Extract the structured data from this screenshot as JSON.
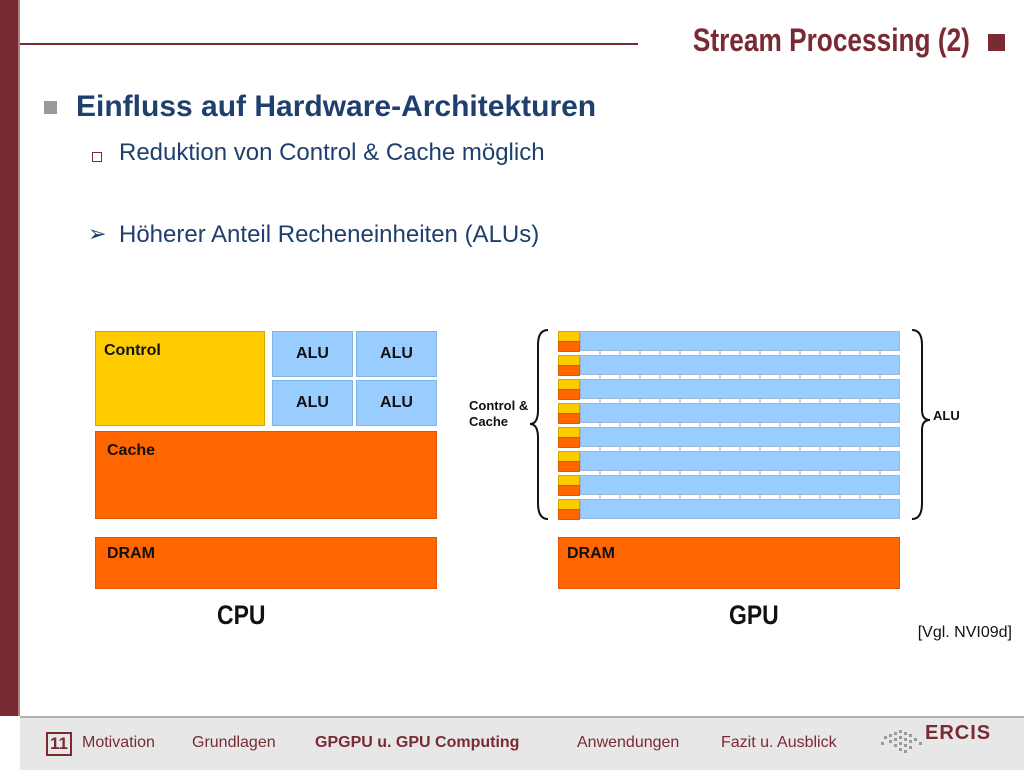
{
  "slide": {
    "title": "Stream Processing (2)",
    "bullet_l1": "Einfluss auf Hardware-Architekturen",
    "bullet_l2": "Reduktion von Control & Cache möglich",
    "bullet_l3": "Höherer Anteil Recheneinheiten (ALUs)",
    "citation": "[Vgl. NVI09d]"
  },
  "diagram": {
    "cpu": {
      "control_label": "Control",
      "alu_labels": [
        "ALU",
        "ALU",
        "ALU",
        "ALU"
      ],
      "cache_label": "Cache",
      "dram_label": "DRAM",
      "caption": "CPU"
    },
    "gpu": {
      "control_cache_label_line1": "Control &",
      "control_cache_label_line2": "Cache",
      "alu_label": "ALU",
      "dram_label": "DRAM",
      "caption": "GPU"
    }
  },
  "footer": {
    "page_number": "11",
    "nav": [
      "Motivation",
      "Grundlagen",
      "GPGPU u. GPU Computing",
      "Anwendungen",
      "Fazit u. Ausblick"
    ],
    "logo_text": "ERCIS"
  },
  "colors": {
    "accent": "#7a2a33",
    "text_blue": "#1f3f6e",
    "control_yellow": "#ffcc00",
    "cache_orange": "#ff6600",
    "alu_blue": "#99ccff"
  }
}
